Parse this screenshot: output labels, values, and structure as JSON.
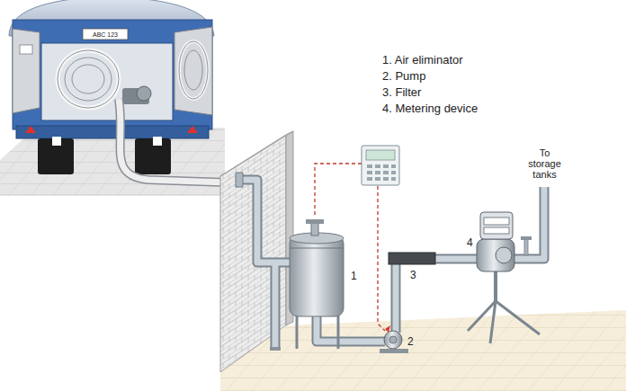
{
  "diagram": {
    "labels": [
      "1. Air eliminator",
      "2. Pump",
      "3. Filter",
      "4. Metering device",
      "1",
      "2",
      "3",
      "4",
      "To storage tanks",
      "ABC 123"
    ]
  }
}
